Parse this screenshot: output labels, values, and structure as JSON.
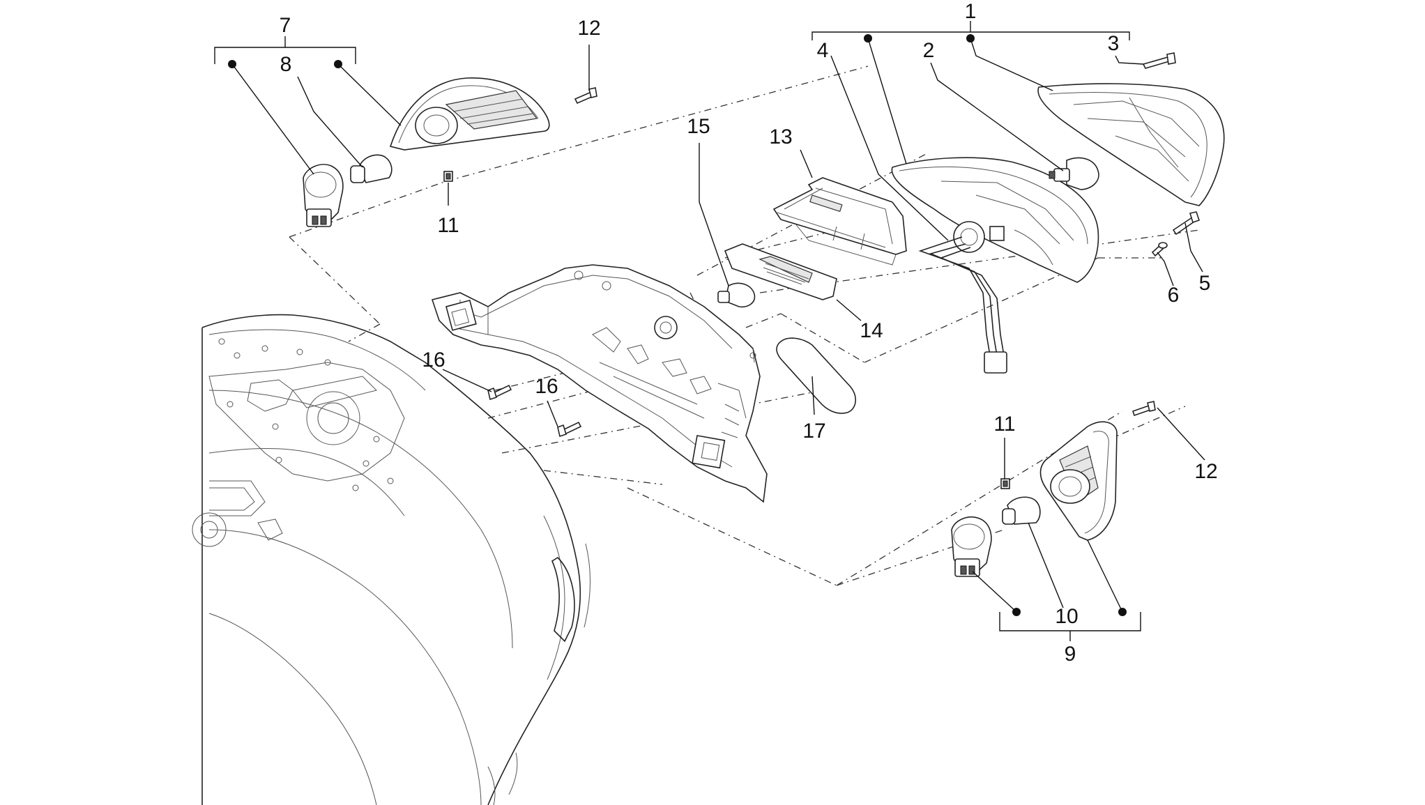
{
  "callouts": [
    {
      "id": "c1",
      "text": "1"
    },
    {
      "id": "c2",
      "text": "2"
    },
    {
      "id": "c3",
      "text": "3"
    },
    {
      "id": "c4",
      "text": "4"
    },
    {
      "id": "c5",
      "text": "5"
    },
    {
      "id": "c6",
      "text": "6"
    },
    {
      "id": "c7",
      "text": "7"
    },
    {
      "id": "c8",
      "text": "8"
    },
    {
      "id": "c9",
      "text": "9"
    },
    {
      "id": "c10",
      "text": "10"
    },
    {
      "id": "c11a",
      "text": "11"
    },
    {
      "id": "c11b",
      "text": "11"
    },
    {
      "id": "c12a",
      "text": "12"
    },
    {
      "id": "c12b",
      "text": "12"
    },
    {
      "id": "c13",
      "text": "13"
    },
    {
      "id": "c14",
      "text": "14"
    },
    {
      "id": "c15",
      "text": "15"
    },
    {
      "id": "c16a",
      "text": "16"
    },
    {
      "id": "c16b",
      "text": "16"
    },
    {
      "id": "c17",
      "text": "17"
    }
  ],
  "style": {
    "line_color": "#222222",
    "background": "#ffffff"
  }
}
